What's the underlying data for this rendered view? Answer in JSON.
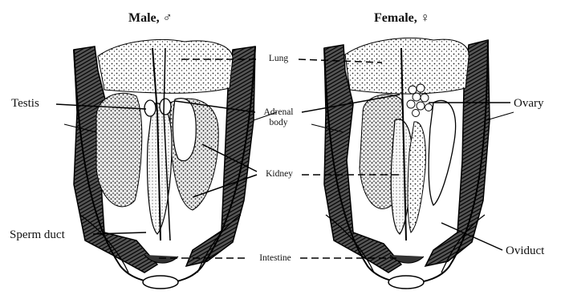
{
  "panels": {
    "male": {
      "title": "Male, ♂"
    },
    "female": {
      "title": "Female, ♀"
    }
  },
  "labels": {
    "testis": "Testis",
    "lung": "Lung",
    "adrenal_line1": "Adrenal",
    "adrenal_line2": "body",
    "ovary": "Ovary",
    "kidney": "Kidney",
    "sperm_duct": "Sperm duct",
    "intestine": "Intestine",
    "oviduct": "Oviduct"
  }
}
